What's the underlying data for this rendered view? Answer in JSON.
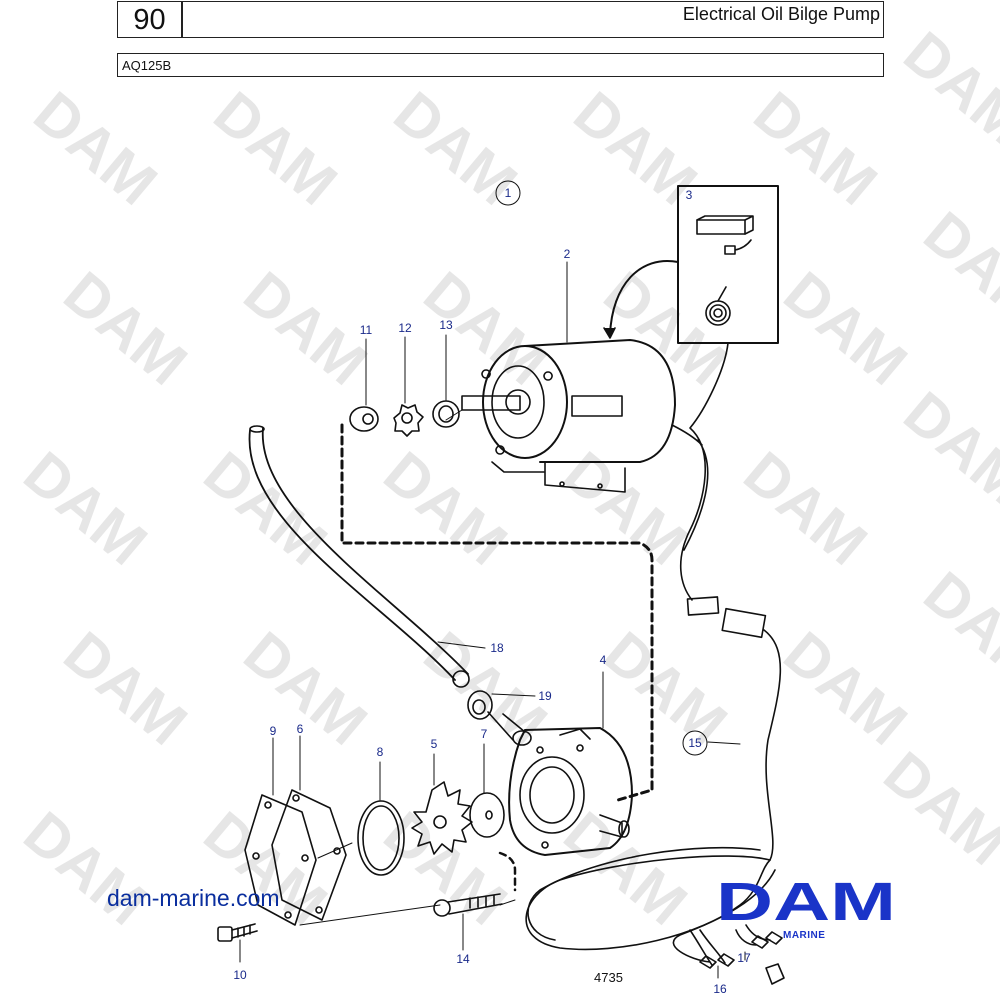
{
  "header": {
    "section_number": "90",
    "title": "Electrical Oil Bilge Pump",
    "model": "AQ125B"
  },
  "watermark": "DAM",
  "callouts": [
    {
      "id": "1",
      "circled": true
    },
    {
      "id": "2",
      "circled": false
    },
    {
      "id": "3",
      "circled": false
    },
    {
      "id": "4",
      "circled": false
    },
    {
      "id": "5",
      "circled": false
    },
    {
      "id": "6",
      "circled": false
    },
    {
      "id": "7",
      "circled": false
    },
    {
      "id": "8",
      "circled": false
    },
    {
      "id": "9",
      "circled": false
    },
    {
      "id": "10",
      "circled": false
    },
    {
      "id": "11",
      "circled": false
    },
    {
      "id": "12",
      "circled": false
    },
    {
      "id": "13",
      "circled": false
    },
    {
      "id": "14",
      "circled": false
    },
    {
      "id": "15",
      "circled": true
    },
    {
      "id": "16",
      "circled": false
    },
    {
      "id": "17",
      "circled": false
    },
    {
      "id": "18",
      "circled": false
    },
    {
      "id": "19",
      "circled": false
    }
  ],
  "footer": {
    "website": "dam-marine.com",
    "logo_text": "DAM",
    "logo_subtext": "MARINE",
    "figure_number": "4735"
  },
  "colors": {
    "callout_text": "#1a2a8a",
    "logo": "#1a34c8",
    "website": "#0a2e9e",
    "watermark": "#e6e6e6"
  }
}
